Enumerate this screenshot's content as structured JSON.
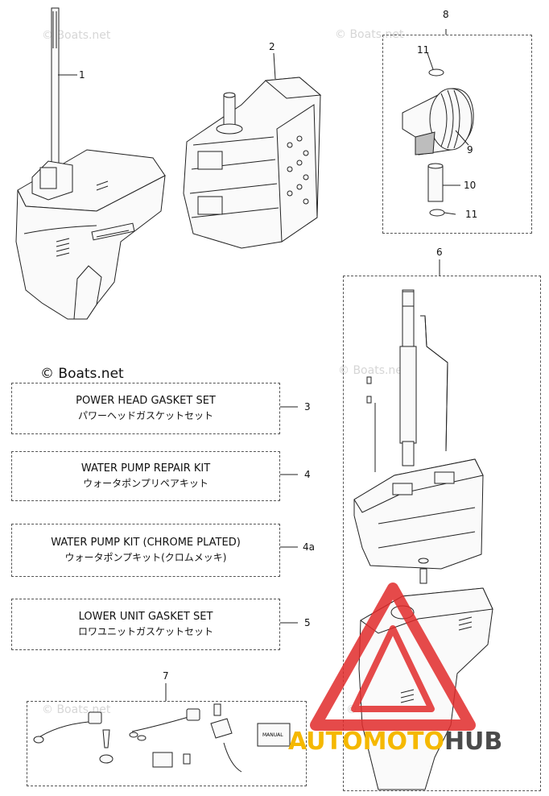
{
  "watermarks": {
    "main": "© Boats.net",
    "faint": "© Boats.net"
  },
  "callouts": {
    "c1": "1",
    "c2": "2",
    "c3": "3",
    "c4": "4",
    "c4a": "4a",
    "c5": "5",
    "c6": "6",
    "c7": "7",
    "c8": "8",
    "c9": "9",
    "c10": "10",
    "c11a": "11",
    "c11b": "11"
  },
  "kits": [
    {
      "en": "POWER HEAD GASKET SET",
      "jp": "パワーヘッドガスケットセット"
    },
    {
      "en": "WATER PUMP REPAIR KIT",
      "jp": "ウォータポンプリペアキット"
    },
    {
      "en": "WATER PUMP KIT (CHROME PLATED)",
      "jp": "ウォータポンプキット(クロムメッキ)"
    },
    {
      "en": "LOWER UNIT GASKET SET",
      "jp": "ロワユニットガスケットセット"
    }
  ],
  "manual_label": "MANUAL",
  "brand": {
    "part1": "AUTOMOTO",
    "part2": "HUB"
  },
  "colors": {
    "logo_red": "#e02a2a",
    "logo_yellow": "#f5b800",
    "logo_gray": "#4b4b4b"
  }
}
